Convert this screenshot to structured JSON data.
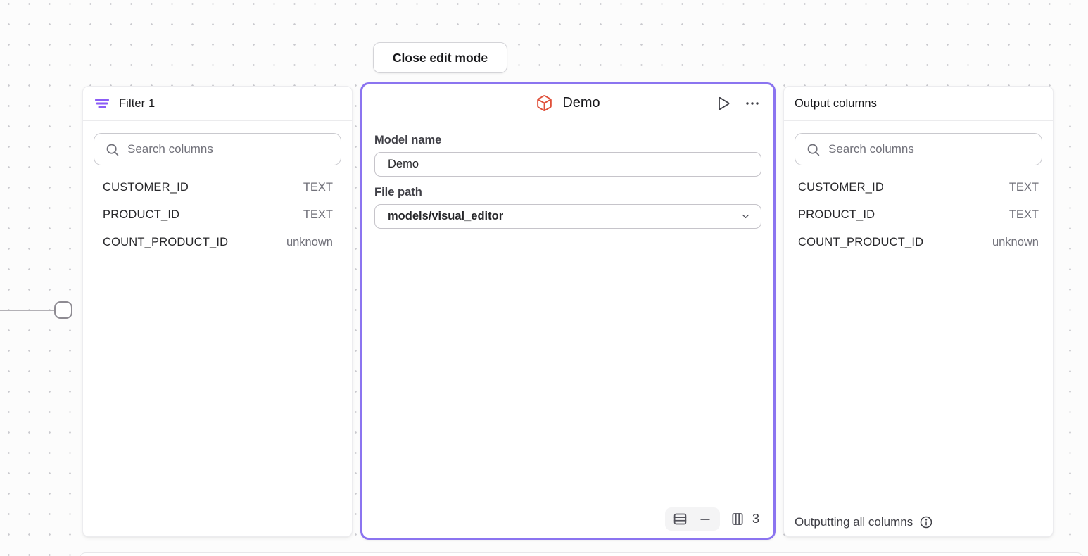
{
  "colors": {
    "accent": "#8b74f0",
    "node-red": "#e0503a",
    "filter-purple": "#8b5cf6"
  },
  "toolbar": {
    "close_edit_mode_label": "Close edit mode"
  },
  "filter_panel": {
    "title": "Filter 1",
    "search_placeholder": "Search columns",
    "columns": [
      {
        "name": "CUSTOMER_ID",
        "type": "TEXT"
      },
      {
        "name": "PRODUCT_ID",
        "type": "TEXT"
      },
      {
        "name": "COUNT_PRODUCT_ID",
        "type": "unknown"
      }
    ]
  },
  "model_panel": {
    "title": "Demo",
    "model_name_label": "Model name",
    "model_name_value": "Demo",
    "file_path_label": "File path",
    "file_path_value": "models/visual_editor",
    "column_count": "3"
  },
  "output_panel": {
    "title": "Output columns",
    "search_placeholder": "Search columns",
    "columns": [
      {
        "name": "CUSTOMER_ID",
        "type": "TEXT"
      },
      {
        "name": "PRODUCT_ID",
        "type": "TEXT"
      },
      {
        "name": "COUNT_PRODUCT_ID",
        "type": "unknown"
      }
    ],
    "footer_text": "Outputting all columns"
  }
}
